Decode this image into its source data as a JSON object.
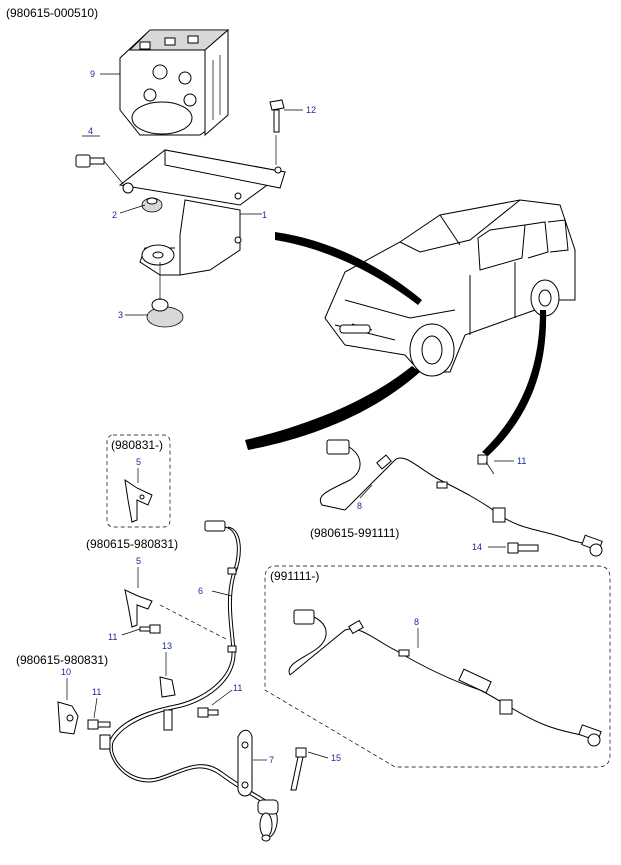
{
  "headers": {
    "main": "(980615-000510)",
    "box_left_top": "(980831-)",
    "left_mid_1": "(980615-980831)",
    "left_mid_2": "(980615-980831)",
    "right_sensor": "(980615-991111)",
    "right_box": "(991111-)"
  },
  "callouts": {
    "p1": "1",
    "p2": "2",
    "p3": "3",
    "p4": "4",
    "p5a": "5",
    "p5b": "5",
    "p6": "6",
    "p7": "7",
    "p8a": "8",
    "p8b": "8",
    "p9": "9",
    "p10": "10",
    "p11a": "11",
    "p11b": "11",
    "p11c": "11",
    "p11d": "11",
    "p12": "12",
    "p13": "13",
    "p14": "14",
    "p15": "15"
  },
  "colors": {
    "callout_text": "#1a2a9a",
    "line": "#000000"
  }
}
